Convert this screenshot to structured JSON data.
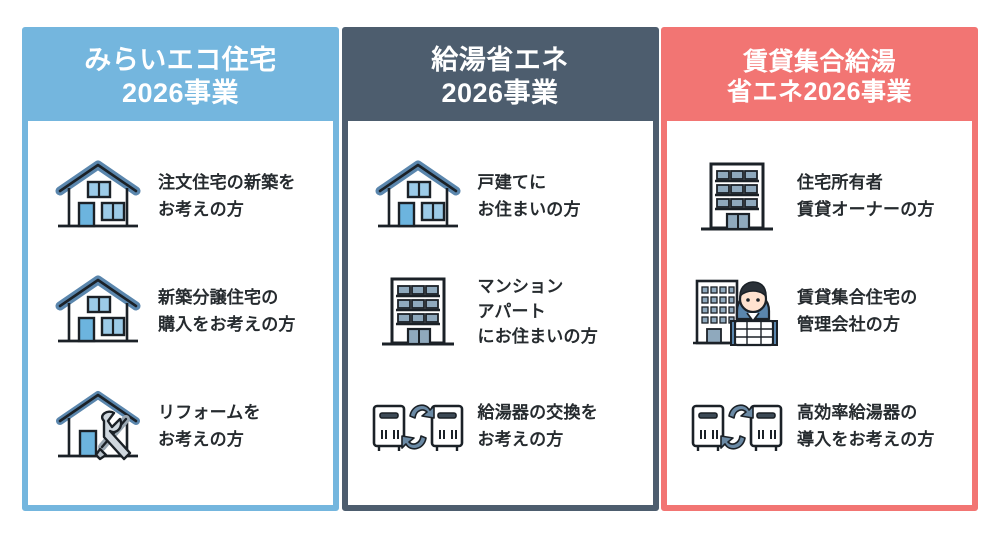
{
  "theme": {
    "blue": "#74b6de",
    "slate": "#4d5d6e",
    "coral": "#f27573",
    "text": "#262b2f",
    "background": "#ffffff"
  },
  "cards": [
    {
      "id": "mirai-eco-jutaku",
      "accent": "#74b6de",
      "title_lines": [
        "みらいエコ住宅",
        "2026事業"
      ],
      "rows": [
        {
          "icon": "house-icon",
          "text_lines": [
            "注文住宅の新築を",
            "お考えの方"
          ]
        },
        {
          "icon": "house-icon",
          "text_lines": [
            "新築分譲住宅の",
            "購入をお考えの方"
          ]
        },
        {
          "icon": "house-renovation-icon",
          "text_lines": [
            "リフォームを",
            "お考えの方"
          ]
        }
      ]
    },
    {
      "id": "kyuto-shoene",
      "accent": "#4d5d6e",
      "title_lines": [
        "給湯省エネ",
        "2026事業"
      ],
      "rows": [
        {
          "icon": "house-icon",
          "text_lines": [
            "戸建てに",
            "お住まいの方"
          ]
        },
        {
          "icon": "apartment-building-icon",
          "text_lines": [
            "マンション",
            "アパート",
            "にお住まいの方"
          ]
        },
        {
          "icon": "water-heater-exchange-icon",
          "text_lines": [
            "給湯器の交換を",
            "お考えの方"
          ]
        }
      ]
    },
    {
      "id": "chintai-shugo-kyuto",
      "accent": "#f27573",
      "title_lines": [
        "賃貸集合給湯",
        "省エネ2026事業"
      ],
      "rows": [
        {
          "icon": "apartment-building-icon",
          "text_lines": [
            "住宅所有者",
            "賃貸オーナーの方"
          ]
        },
        {
          "icon": "building-manager-icon",
          "text_lines": [
            "賃貸集合住宅の",
            "管理会社の方"
          ]
        },
        {
          "icon": "water-heater-exchange-icon",
          "text_lines": [
            "高効率給湯器の",
            "導入をお考えの方"
          ]
        }
      ]
    }
  ]
}
